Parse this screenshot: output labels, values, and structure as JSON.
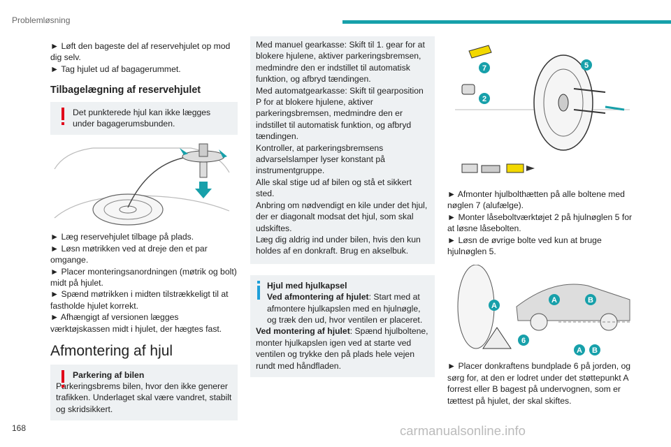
{
  "header": {
    "section": "Problemløsning"
  },
  "footer": {
    "page_number": "168",
    "watermark": "carmanualsonline.info"
  },
  "col1": {
    "bullets_top": [
      "► Løft den bageste del af reservehjulet op mod dig selv.",
      "► Tag hjulet ud af bagagerummet."
    ],
    "heading1": "Tilbagelægning af reservehjulet",
    "warning1": "Det punkterede hjul kan ikke lægges under bagagerumsbunden.",
    "bullets_mid": [
      "► Læg reservehjulet tilbage på plads.",
      "► Løsn møtrikken ved at dreje den et par omgange.",
      "► Placer monteringsanordningen (møtrik og bolt) midt på hjulet.",
      "► Spænd møtrikken i midten tilstrækkeligt til at fastholde hjulet korrekt.",
      "► Afhængigt af versionen lægges værktøjskassen midt i hjulet, der hægtes fast."
    ],
    "heading2": "Afmontering af hjul",
    "warning2_title": "Parkering af bilen",
    "warning2_text": "Parkeringsbrems bilen, hvor den ikke generer trafikken. Underlaget skal være vandret, stabilt og skridsikkert."
  },
  "col2": {
    "info_lines": [
      "Med manuel gearkasse: Skift til 1. gear for at blokere hjulene, aktiver parkeringsbremsen, medmindre den er indstillet til automatisk funktion, og afbryd tændingen.",
      "Med automatgearkasse: Skift til gearposition P for at blokere hjulene, aktiver parkeringsbremsen, medmindre den er indstillet til automatisk funktion, og afbryd tændingen.",
      "Kontroller, at parkeringsbremsens advarselslamper lyser konstant på instrumentgruppe.",
      "Alle skal stige ud af bilen og stå et sikkert sted.",
      "Anbring om nødvendigt en kile under det hjul, der er diagonalt modsat det hjul, som skal udskiftes.",
      "Læg dig aldrig ind under bilen, hvis den kun holdes af en donkraft. Brug en akselbuk."
    ],
    "hubcap_title": "Hjul med hjulkapsel",
    "hubcap_removal_label": "Ved afmontering af hjulet",
    "hubcap_removal_text": ": Start med at afmontere hjulkapslen med en hjulnøgle, og træk den ud, hvor ventilen er placeret.",
    "hubcap_mount_label": "Ved montering af hjulet",
    "hubcap_mount_text": ": Spænd hjulboltene, monter hjulkapslen igen ved at starte ved ventilen og trykke den på plads hele vejen rundt med håndfladen."
  },
  "col3": {
    "callouts_fig1": [
      "7",
      "2",
      "5"
    ],
    "bullets1": [
      "► Afmonter hjulbolthætten på alle boltene med nøglen 7 (alufælge).",
      "► Monter låseboltværktøjet 2 på hjulnøglen 5 for at løsne låsebolten.",
      "► Løsn de øvrige bolte ved kun at bruge hjulnøglen 5."
    ],
    "callouts_fig2": [
      "A",
      "B",
      "6"
    ],
    "bullets2": "► Placer donkraftens bundplade 6 på jorden, og sørg for, at den er lodret under det støttepunkt A forrest eller B bagest på undervognen, som er tættest på hjulet, der skal skiftes."
  },
  "colors": {
    "accent": "#17a0aa",
    "warning": "#e1001a",
    "info": "#1d9fd9"
  }
}
